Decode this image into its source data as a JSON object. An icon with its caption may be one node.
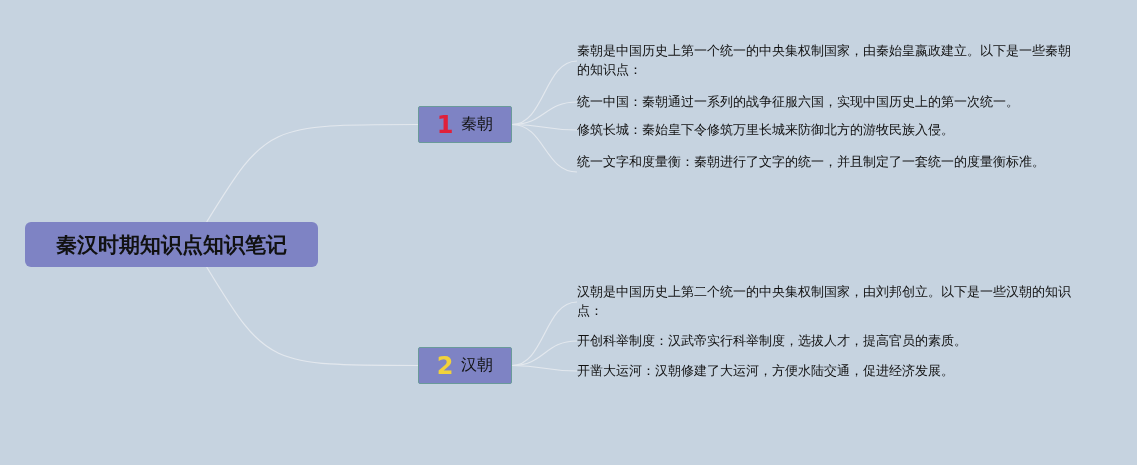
{
  "diagram": {
    "nodes": [
      {
        "text": [
          "秦汉时期知识点知识笔记"
        ]
      },
      {
        "text": [
          "1",
          "秦朝"
        ]
      },
      {
        "text": [
          "秦朝是中国历史上第一个统一的中央集权制国家，由秦始皇嬴政建立。以下是一些秦朝的知识点："
        ]
      },
      {
        "text": [
          "统一中国：秦朝通过一系列的战争征服六国，实现中国历史上的第一次统一。"
        ]
      },
      {
        "text": [
          "修筑长城：秦始皇下令修筑万里长城来防御北方的游牧民族入侵。"
        ]
      },
      {
        "text": [
          "统一文字和度量衡：秦朝进行了文字的统一，并且制定了一套统一的度量衡标准。"
        ]
      },
      {
        "text": [
          "2",
          "汉朝"
        ]
      },
      {
        "text": [
          "汉朝是中国历史上第二个统一的中央集权制国家，由刘邦创立。以下是一些汉朝的知识点："
        ]
      },
      {
        "text": [
          "开创科举制度：汉武帝实行科举制度，选拔人才，提高官员的素质。"
        ]
      },
      {
        "text": [
          "开凿大运河：汉朝修建了大运河，方便水陆交通，促进经济发展。"
        ]
      }
    ],
    "edges": [
      {
        "from": 0,
        "to": 1,
        "arrow": "none"
      },
      {
        "from": 1,
        "to": 2,
        "arrow": "none"
      },
      {
        "from": 1,
        "to": 3,
        "arrow": "none"
      },
      {
        "from": 1,
        "to": 4,
        "arrow": "none"
      },
      {
        "from": 1,
        "to": 5,
        "arrow": "none"
      },
      {
        "from": 0,
        "to": 6,
        "arrow": "none"
      },
      {
        "from": 6,
        "to": 7,
        "arrow": "none"
      },
      {
        "from": 6,
        "to": 8,
        "arrow": "none"
      },
      {
        "from": 6,
        "to": 9,
        "arrow": "none"
      }
    ]
  }
}
